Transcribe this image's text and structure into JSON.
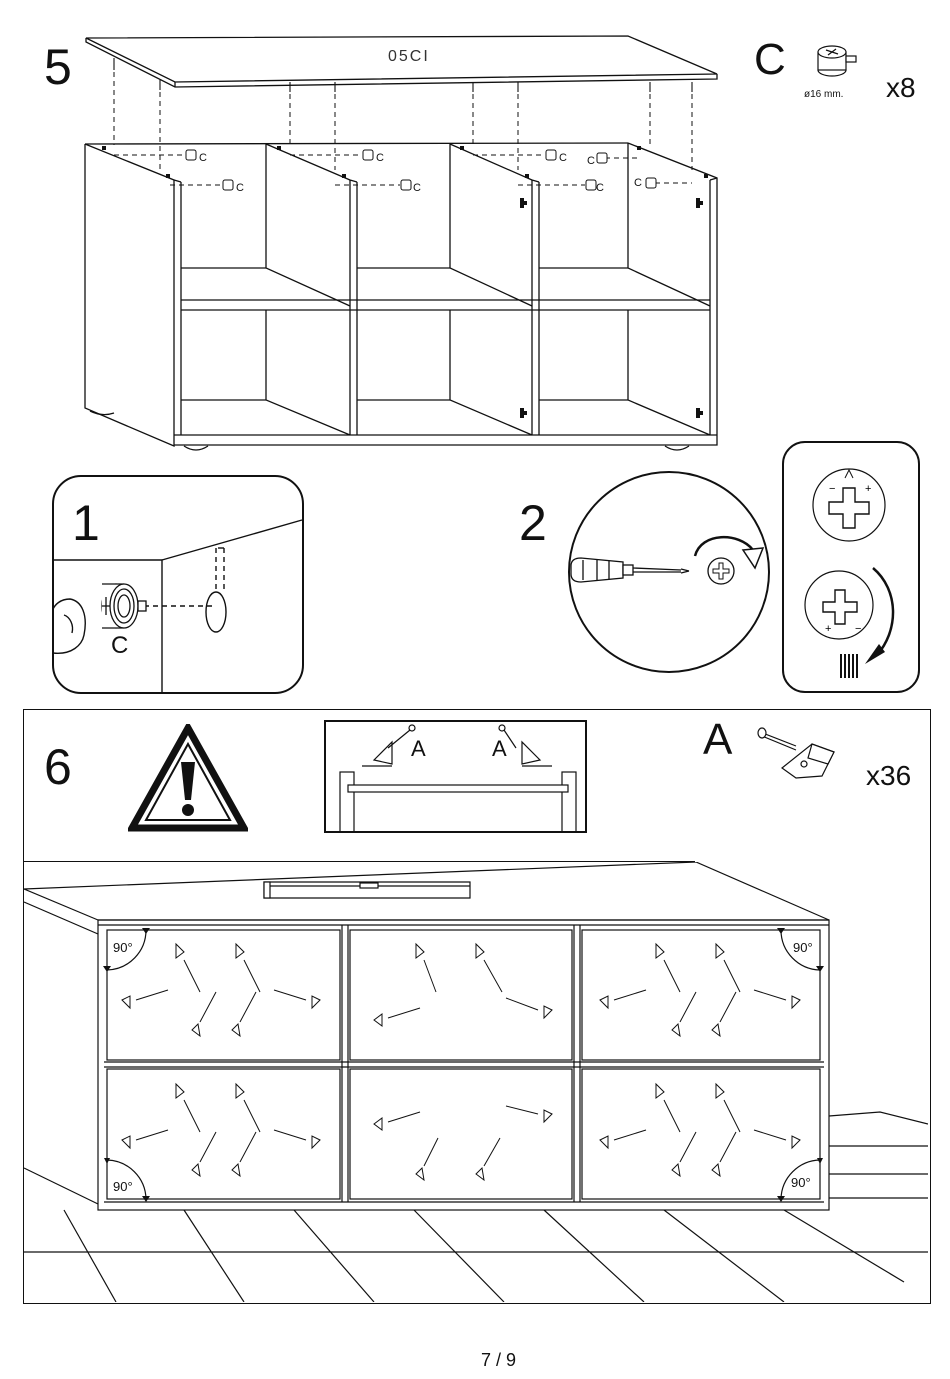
{
  "step5": {
    "number": "5",
    "panel_label": "05CI",
    "part": {
      "letter": "C",
      "diameter": "ø16 mm.",
      "quantity": "x8"
    },
    "cam_label": "C"
  },
  "detail1": {
    "number": "1",
    "part_label": "C"
  },
  "detail2": {
    "number": "2"
  },
  "step6": {
    "number": "6",
    "inset_labels": [
      "A",
      "A"
    ],
    "part": {
      "letter": "A",
      "quantity": "x36"
    },
    "angles": [
      "90°",
      "90°",
      "90°",
      "90°"
    ]
  },
  "footer": {
    "page": "7 / 9"
  },
  "icons": {
    "warning": "warning-triangle-icon",
    "screwdriver": "screwdriver-icon",
    "cam-lock": "cam-lock-icon",
    "bracket": "angle-bracket-icon",
    "spirit-level": "spirit-level-icon"
  }
}
